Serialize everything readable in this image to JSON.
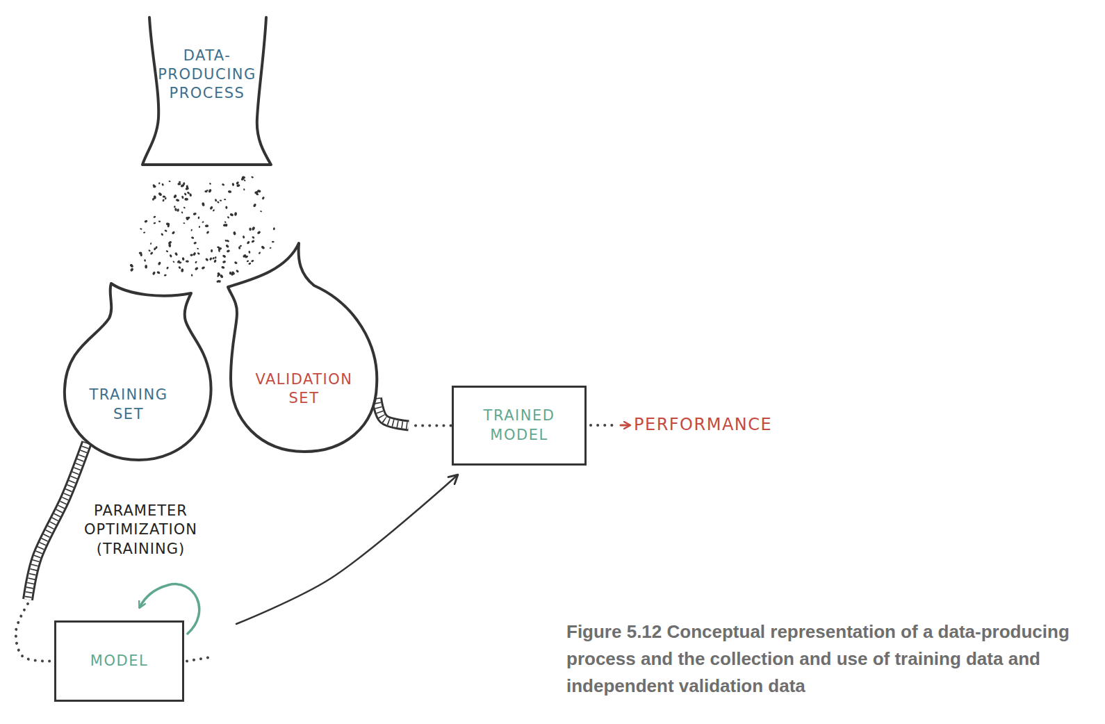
{
  "diagram": {
    "caption": "Figure 5.12 Conceptual representation of a data-producing process and the collection and use of training data and independent validation data",
    "nodes": [
      {
        "text": [
          "DATA-PRODUCING PROCESS"
        ]
      },
      {
        "text": [
          "TRAINING SET"
        ]
      },
      {
        "text": [
          "VALIDATION SET"
        ]
      },
      {
        "text": [
          "TRAINED MODEL"
        ]
      },
      {
        "text": [
          "MODEL"
        ]
      }
    ],
    "edges": [
      {
        "from": 1,
        "to": 4,
        "arrow": "none",
        "label": "PARAMETER OPTIMIZATION (TRAINING)"
      },
      {
        "from": 4,
        "to": 3,
        "arrow": "to"
      },
      {
        "from": 2,
        "to": 3,
        "arrow": "none"
      }
    ],
    "labels": [
      "PERFORMANCE"
    ]
  }
}
